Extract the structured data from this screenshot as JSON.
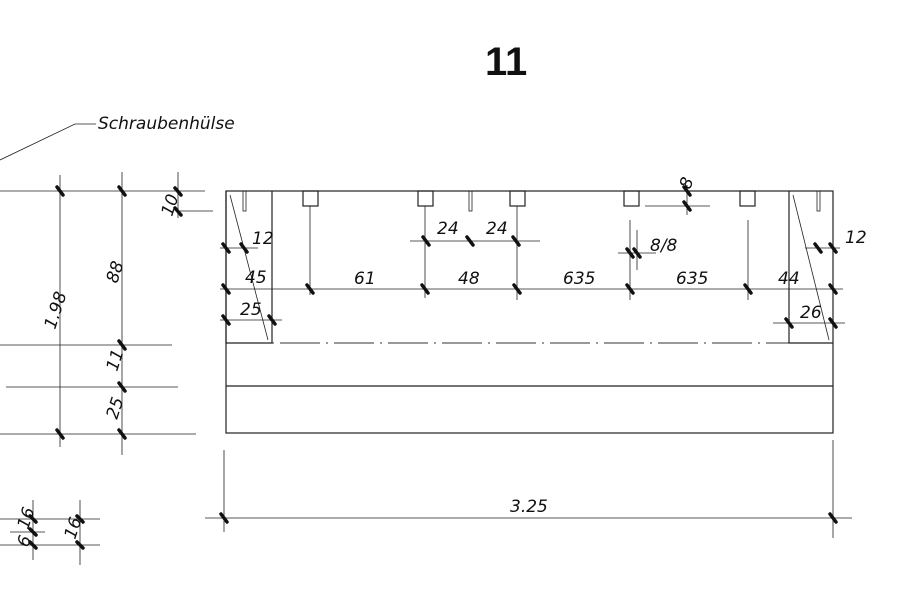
{
  "sheet_number": "11",
  "callout": "Schraubenhülse",
  "left_view": {
    "total_height": "1.98",
    "upper": "88",
    "top_offset": "10",
    "middle": "11",
    "lower": "25"
  },
  "small_detail": {
    "a": "16",
    "b": "6",
    "c": "16"
  },
  "front_view": {
    "left_top": "12",
    "right_top": "12",
    "slot_a": "24",
    "slot_b": "24",
    "top_gap": "8",
    "pair_gap": "8/8",
    "row": [
      "45",
      "61",
      "48",
      "635",
      "635",
      "44"
    ],
    "left_base": "25",
    "right_base": "26",
    "overall_width": "3.25"
  }
}
